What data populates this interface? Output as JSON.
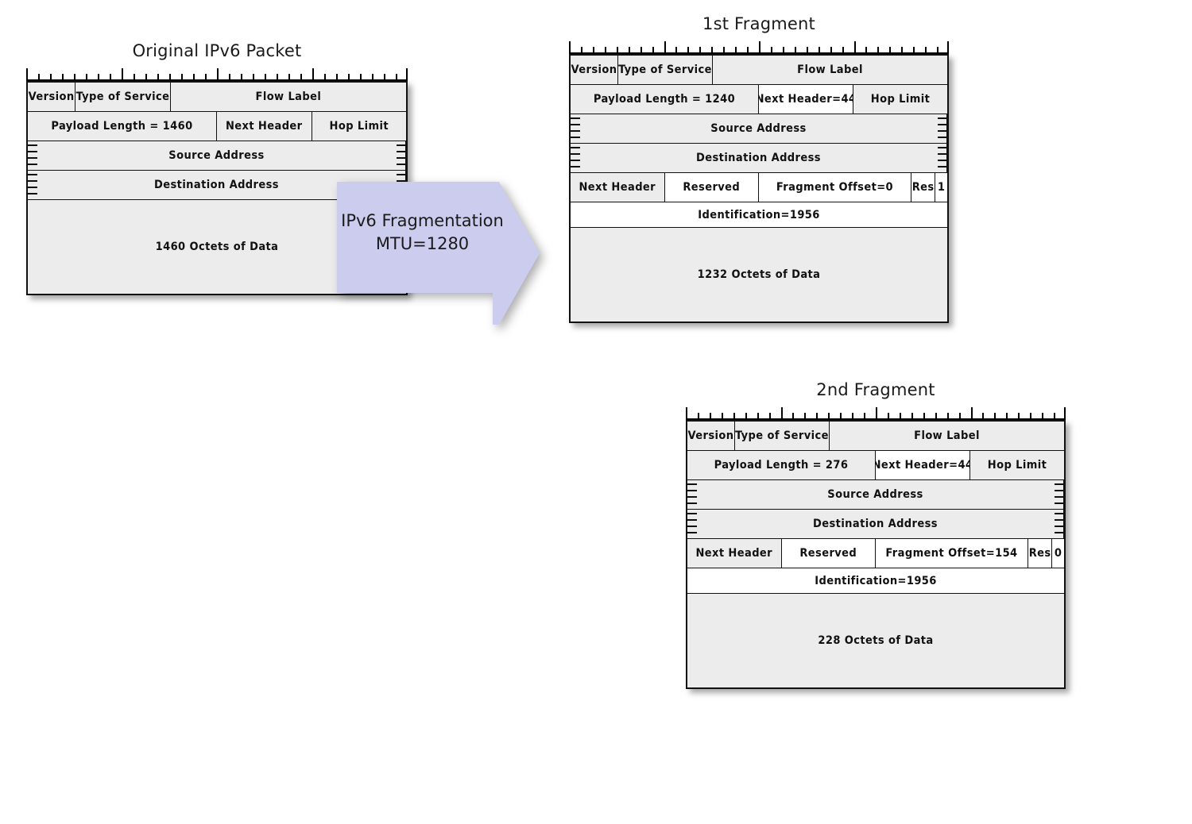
{
  "colors": {
    "cell_fill": "#ececec",
    "cell_fill_highlight": "#ffffff",
    "border": "#111111",
    "arrow_fill": "#ccccee",
    "page_background": "#ffffff",
    "text": "#1a1a1a"
  },
  "ruler": {
    "total_bits": 32,
    "major_tick_bits": [
      0,
      8,
      16,
      24,
      32
    ]
  },
  "original_packet": {
    "title": "Original IPv6 Packet",
    "rows": [
      {
        "name": "header-row-1",
        "cells": [
          {
            "label": "Version",
            "bits": 4,
            "fill": "gray"
          },
          {
            "label": "Type of Service",
            "bits": 8,
            "fill": "gray"
          },
          {
            "label": "Flow Label",
            "bits": 20,
            "fill": "gray"
          }
        ]
      },
      {
        "name": "header-row-2",
        "cells": [
          {
            "label": "Payload Length = 1460",
            "bits": 16,
            "fill": "gray"
          },
          {
            "label": "Next Header",
            "bits": 8,
            "fill": "gray"
          },
          {
            "label": "Hop Limit",
            "bits": 8,
            "fill": "gray"
          }
        ]
      },
      {
        "name": "source-address-row",
        "expandable": true,
        "cells": [
          {
            "label": "Source Address",
            "bits": 32,
            "fill": "gray"
          }
        ]
      },
      {
        "name": "destination-address-row",
        "expandable": true,
        "cells": [
          {
            "label": "Destination Address",
            "bits": 32,
            "fill": "gray"
          }
        ]
      },
      {
        "name": "payload-row",
        "height": 118,
        "cells": [
          {
            "label": "1460 Octets of Data",
            "bits": 32,
            "fill": "gray"
          }
        ]
      }
    ]
  },
  "arrow": {
    "label": "IPv6 Fragmentation\nMTU=1280",
    "line1": "IPv6 Fragmentation",
    "line2": "MTU=1280"
  },
  "fragment_1": {
    "title": "1st Fragment",
    "rows": [
      {
        "name": "header-row-1",
        "cells": [
          {
            "label": "Version",
            "bits": 4,
            "fill": "gray"
          },
          {
            "label": "Type of Service",
            "bits": 8,
            "fill": "gray"
          },
          {
            "label": "Flow Label",
            "bits": 20,
            "fill": "gray"
          }
        ]
      },
      {
        "name": "header-row-2",
        "cells": [
          {
            "label": "Payload Length = 1240",
            "bits": 16,
            "fill": "gray"
          },
          {
            "label": "Next Header=44",
            "bits": 8,
            "fill": "white"
          },
          {
            "label": "Hop Limit",
            "bits": 8,
            "fill": "gray"
          }
        ]
      },
      {
        "name": "source-address-row",
        "expandable": true,
        "cells": [
          {
            "label": "Source Address",
            "bits": 32,
            "fill": "gray"
          }
        ]
      },
      {
        "name": "destination-address-row",
        "expandable": true,
        "cells": [
          {
            "label": "Destination Address",
            "bits": 32,
            "fill": "gray"
          }
        ]
      },
      {
        "name": "fragment-header-row",
        "cells": [
          {
            "label": "Next Header",
            "bits": 8,
            "fill": "gray"
          },
          {
            "label": "Reserved",
            "bits": 8,
            "fill": "white"
          },
          {
            "label": "Fragment Offset=0",
            "bits": 13,
            "fill": "white"
          },
          {
            "label": "Res",
            "bits": 2,
            "fill": "white"
          },
          {
            "label": "1",
            "bits": 1,
            "fill": "white"
          }
        ]
      },
      {
        "name": "identification-row",
        "height": 32,
        "cells": [
          {
            "label": "Identification=1956",
            "bits": 32,
            "fill": "white"
          }
        ]
      },
      {
        "name": "payload-row",
        "height": 118,
        "cells": [
          {
            "label": "1232 Octets of Data",
            "bits": 32,
            "fill": "gray"
          }
        ]
      }
    ]
  },
  "fragment_2": {
    "title": "2nd Fragment",
    "rows": [
      {
        "name": "header-row-1",
        "cells": [
          {
            "label": "Version",
            "bits": 4,
            "fill": "gray"
          },
          {
            "label": "Type of Service",
            "bits": 8,
            "fill": "gray"
          },
          {
            "label": "Flow Label",
            "bits": 20,
            "fill": "gray"
          }
        ]
      },
      {
        "name": "header-row-2",
        "cells": [
          {
            "label": "Payload Length = 276",
            "bits": 16,
            "fill": "gray"
          },
          {
            "label": "Next Header=44",
            "bits": 8,
            "fill": "white"
          },
          {
            "label": "Hop Limit",
            "bits": 8,
            "fill": "gray"
          }
        ]
      },
      {
        "name": "source-address-row",
        "expandable": true,
        "cells": [
          {
            "label": "Source Address",
            "bits": 32,
            "fill": "gray"
          }
        ]
      },
      {
        "name": "destination-address-row",
        "expandable": true,
        "cells": [
          {
            "label": "Destination Address",
            "bits": 32,
            "fill": "gray"
          }
        ]
      },
      {
        "name": "fragment-header-row",
        "cells": [
          {
            "label": "Next Header",
            "bits": 8,
            "fill": "gray"
          },
          {
            "label": "Reserved",
            "bits": 8,
            "fill": "white"
          },
          {
            "label": "Fragment Offset=154",
            "bits": 13,
            "fill": "white"
          },
          {
            "label": "Res",
            "bits": 2,
            "fill": "white"
          },
          {
            "label": "0",
            "bits": 1,
            "fill": "white"
          }
        ]
      },
      {
        "name": "identification-row",
        "height": 32,
        "cells": [
          {
            "label": "Identification=1956",
            "bits": 32,
            "fill": "white"
          }
        ]
      },
      {
        "name": "payload-row",
        "height": 118,
        "cells": [
          {
            "label": "228 Octets of Data",
            "bits": 32,
            "fill": "gray"
          }
        ]
      }
    ]
  }
}
